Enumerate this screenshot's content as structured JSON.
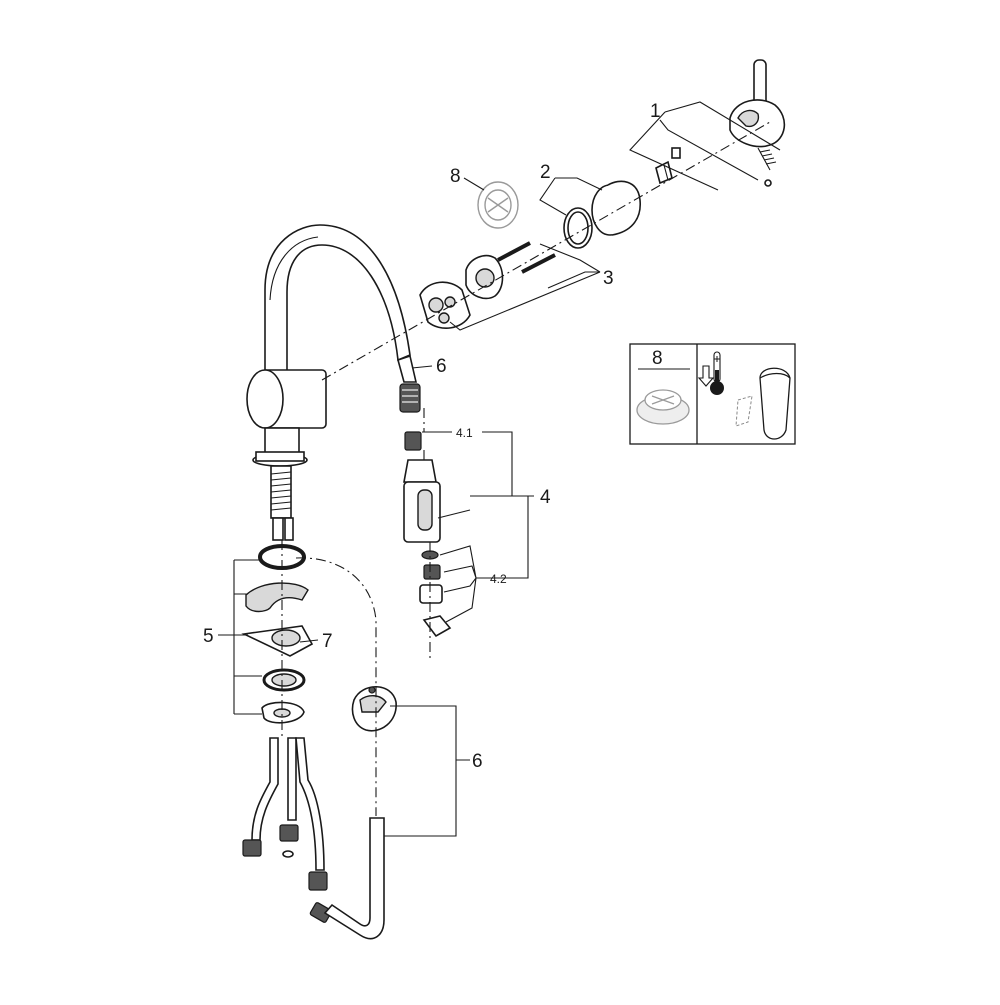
{
  "labels": {
    "p1": "1",
    "p2": "2",
    "p3": "3",
    "p4": "4",
    "p4_1": "4.1",
    "p4_2": "4.2",
    "p5": "5",
    "p6_hose": "6",
    "p6_weight": "6",
    "p7": "7",
    "p8": "8"
  },
  "inset": {
    "label": "8"
  },
  "icons": {
    "thermometer": "thermometer-cold-icon",
    "arrow": "arrow-down-icon"
  },
  "colors": {
    "line": "#1a1a1a",
    "fill_grey": "#d9d9d9",
    "background": "#ffffff"
  }
}
